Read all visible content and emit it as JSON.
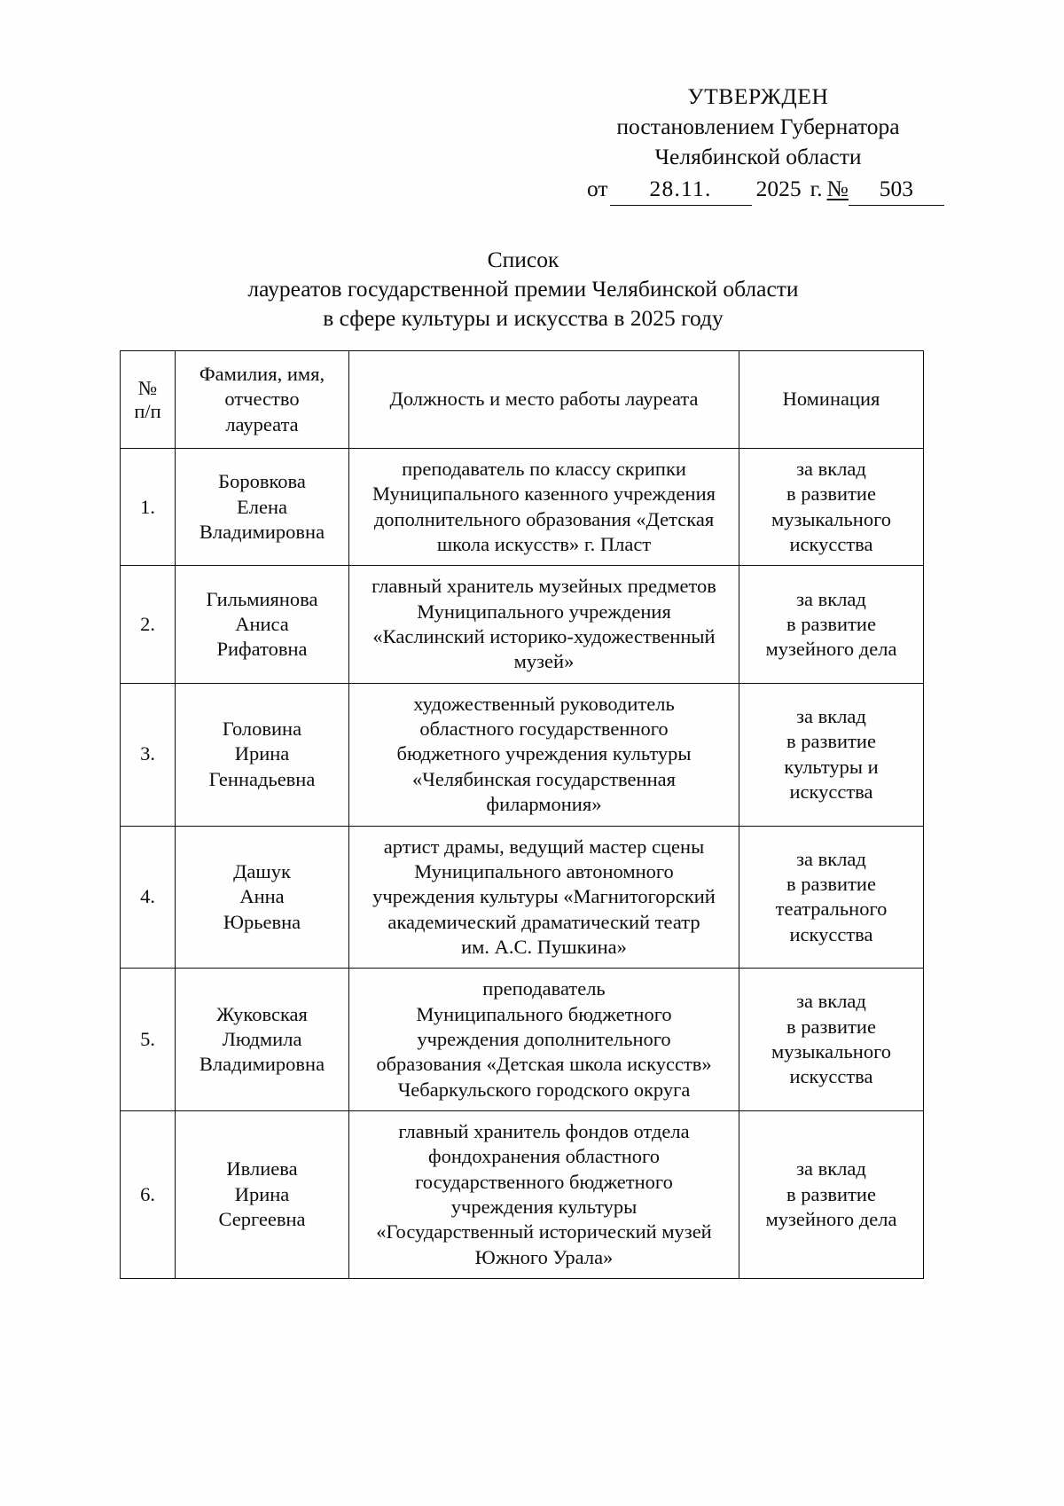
{
  "approval": {
    "heading": "УТВЕРЖДЕН",
    "line2": "постановлением Губернатора",
    "line3": "Челябинской области",
    "date_label": "от",
    "date_value": "28.11.",
    "year_value": "2025",
    "year_suffix": "г.",
    "number_label": "№",
    "number_value": "503"
  },
  "title": {
    "line1": "Список",
    "line2": "лауреатов государственной премии Челябинской области",
    "line3": "в сфере культуры и искусства в 2025 году"
  },
  "table": {
    "headers": {
      "num_line1": "№",
      "num_line2": "п/п",
      "name_line1": "Фамилия, имя,",
      "name_line2": "отчество",
      "name_line3": "лауреата",
      "position": "Должность и место работы лауреата",
      "nomination": "Номинация"
    },
    "rows": [
      {
        "num": "1.",
        "name": [
          "Боровкова",
          "Елена",
          "Владимировна"
        ],
        "position": [
          "преподаватель по классу скрипки",
          "Муниципального казенного учреждения",
          "дополнительного образования «Детская",
          "школа искусств» г. Пласт"
        ],
        "nomination": [
          "за вклад",
          "в развитие",
          "музыкального",
          "искусства"
        ]
      },
      {
        "num": "2.",
        "name": [
          "Гильмиянова",
          "Аниса",
          "Рифатовна"
        ],
        "position": [
          "главный хранитель музейных предметов",
          "Муниципального учреждения",
          "«Каслинский историко-художественный",
          "музей»"
        ],
        "nomination": [
          "за вклад",
          "в развитие",
          "музейного дела"
        ]
      },
      {
        "num": "3.",
        "name": [
          "Головина",
          "Ирина",
          "Геннадьевна"
        ],
        "position": [
          "художественный руководитель",
          "областного государственного",
          "бюджетного учреждения культуры",
          "«Челябинская государственная",
          "филармония»"
        ],
        "nomination": [
          "за вклад",
          "в развитие",
          "культуры и",
          "искусства"
        ]
      },
      {
        "num": "4.",
        "name": [
          "Дашук",
          "Анна",
          "Юрьевна"
        ],
        "position": [
          "артист драмы, ведущий мастер сцены",
          "Муниципального автономного",
          "учреждения культуры «Магнитогорский",
          "академический драматический театр",
          "им. А.С. Пушкина»"
        ],
        "nomination": [
          "за вклад",
          "в развитие",
          "театрального",
          "искусства"
        ]
      },
      {
        "num": "5.",
        "name": [
          "Жуковская",
          "Людмила",
          "Владимировна"
        ],
        "position": [
          "преподаватель",
          "Муниципального бюджетного",
          "учреждения дополнительного",
          "образования «Детская школа искусств»",
          "Чебаркульского городского округа"
        ],
        "nomination": [
          "за вклад",
          "в развитие",
          "музыкального",
          "искусства"
        ]
      },
      {
        "num": "6.",
        "name": [
          "Ивлиева",
          "Ирина",
          "Сергеевна"
        ],
        "position": [
          "главный хранитель фондов отдела",
          "фондохранения областного",
          "государственного бюджетного",
          "учреждения культуры",
          "«Государственный исторический музей",
          "Южного Урала»"
        ],
        "nomination": [
          "за вклад",
          "в развитие",
          "музейного дела"
        ]
      }
    ]
  }
}
